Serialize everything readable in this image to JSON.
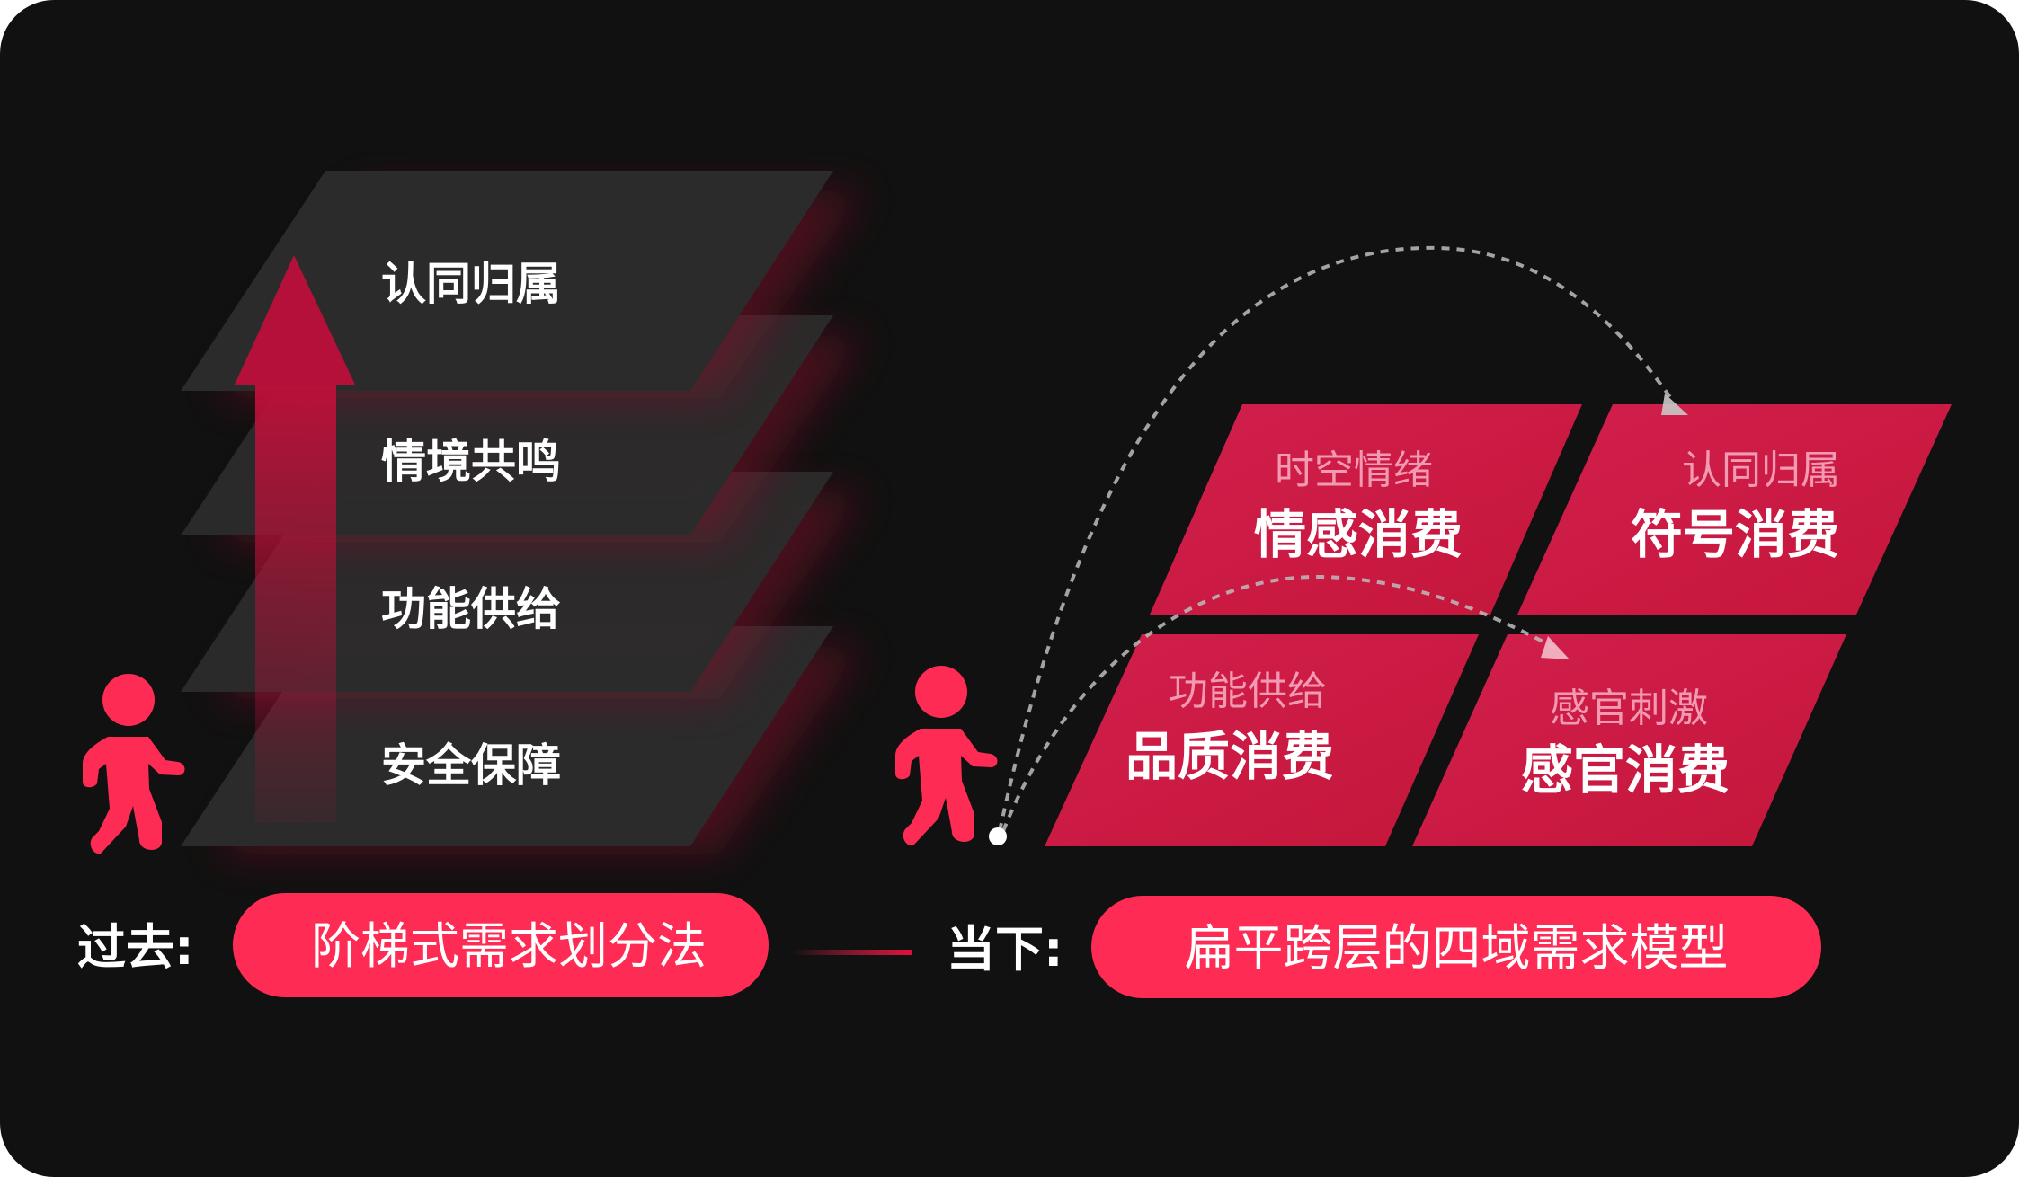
{
  "colors": {
    "background": "#111111",
    "accent": "#fe2c55",
    "layer": "#2b2b2b",
    "quadrant": "#cc1a44"
  },
  "past": {
    "label": "过去:",
    "method": "阶梯式需求划分法",
    "layers": [
      "认同归属",
      "情境共鸣",
      "功能供给",
      "安全保障"
    ]
  },
  "present": {
    "label": "当下:",
    "method": "扁平跨层的四域需求模型",
    "quadrants": [
      {
        "subtitle": "时空情绪",
        "title": "情感消费"
      },
      {
        "subtitle": "认同归属",
        "title": "符号消费"
      },
      {
        "subtitle": "功能供给",
        "title": "品质消费"
      },
      {
        "subtitle": "感官刺激",
        "title": "感官消费"
      }
    ]
  }
}
